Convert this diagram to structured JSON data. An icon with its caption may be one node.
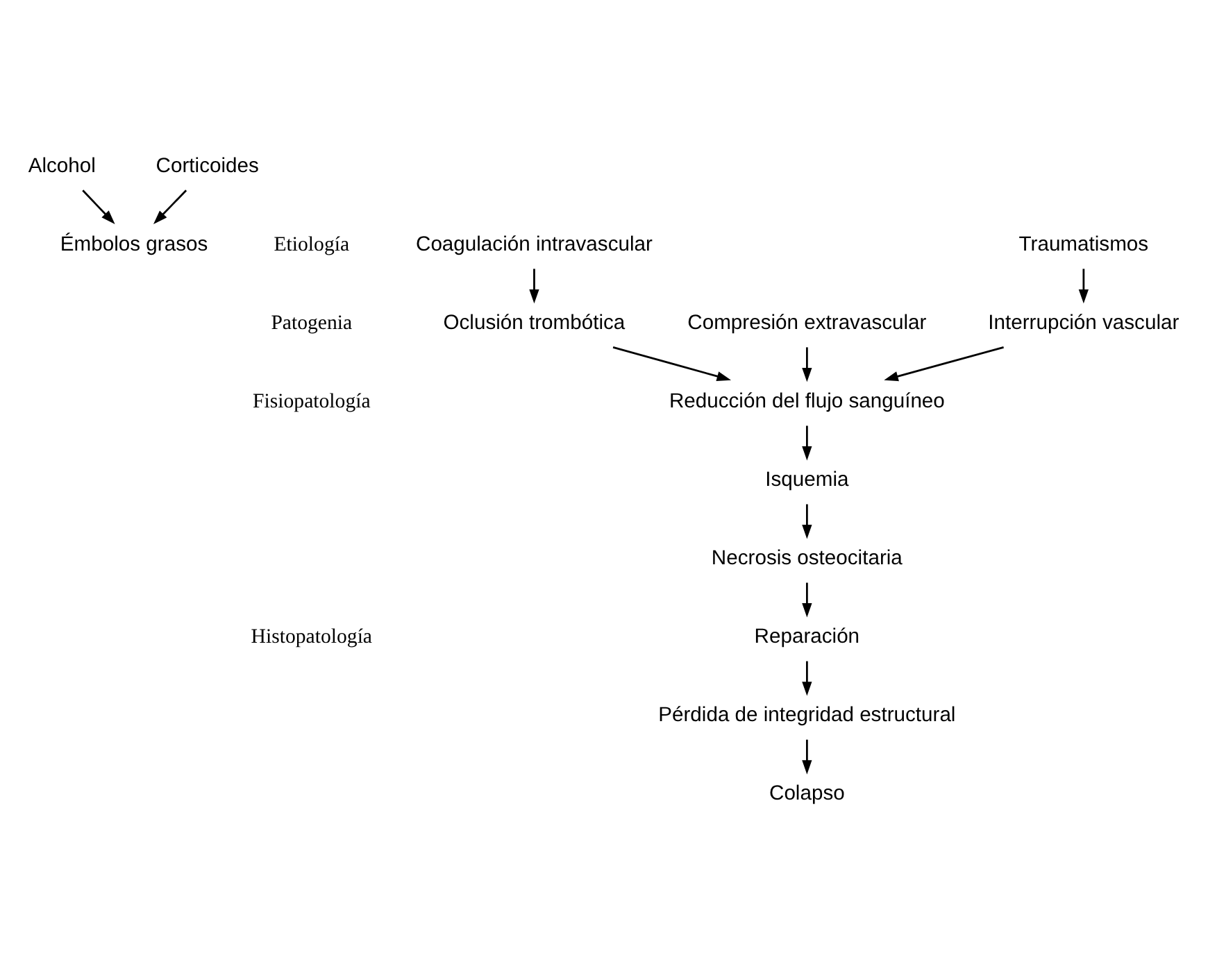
{
  "diagram": {
    "nodes": [
      {
        "text": [
          "Alcohol"
        ]
      },
      {
        "text": [
          "Corticoides"
        ]
      },
      {
        "text": [
          "Émbolos grasos"
        ]
      },
      {
        "text": [
          "Traumatismos"
        ]
      },
      {
        "text": [
          "Coagulación intravascular"
        ]
      },
      {
        "text": [
          "Interrupción vascular"
        ]
      },
      {
        "text": [
          "Oclusión trombótica"
        ]
      },
      {
        "text": [
          "Compresión extravascular"
        ]
      },
      {
        "text": [
          "Reducción del flujo sanguíneo"
        ]
      },
      {
        "text": [
          "Isquemia"
        ]
      },
      {
        "text": [
          "Necrosis osteocitaria"
        ]
      },
      {
        "text": [
          "Reparación"
        ]
      },
      {
        "text": [
          "Pérdida de integridad estructural"
        ]
      },
      {
        "text": [
          "Colapso"
        ]
      }
    ],
    "edges": [
      {
        "from": 0,
        "to": 2,
        "arrow": "to"
      },
      {
        "from": 1,
        "to": 2,
        "arrow": "to"
      },
      {
        "from": 3,
        "to": 5,
        "arrow": "to"
      },
      {
        "from": 4,
        "to": 6,
        "arrow": "to"
      },
      {
        "from": 5,
        "to": 8,
        "arrow": "to"
      },
      {
        "from": 6,
        "to": 8,
        "arrow": "to"
      },
      {
        "from": 7,
        "to": 8,
        "arrow": "to"
      },
      {
        "from": 8,
        "to": 9,
        "arrow": "to"
      },
      {
        "from": 9,
        "to": 10,
        "arrow": "to"
      },
      {
        "from": 10,
        "to": 11,
        "arrow": "to"
      },
      {
        "from": 11,
        "to": 12,
        "arrow": "to"
      },
      {
        "from": 12,
        "to": 13,
        "arrow": "to"
      }
    ],
    "labels": [
      "Etiología",
      "Patogenia",
      "Fisiopatología",
      "Histopatología"
    ]
  }
}
